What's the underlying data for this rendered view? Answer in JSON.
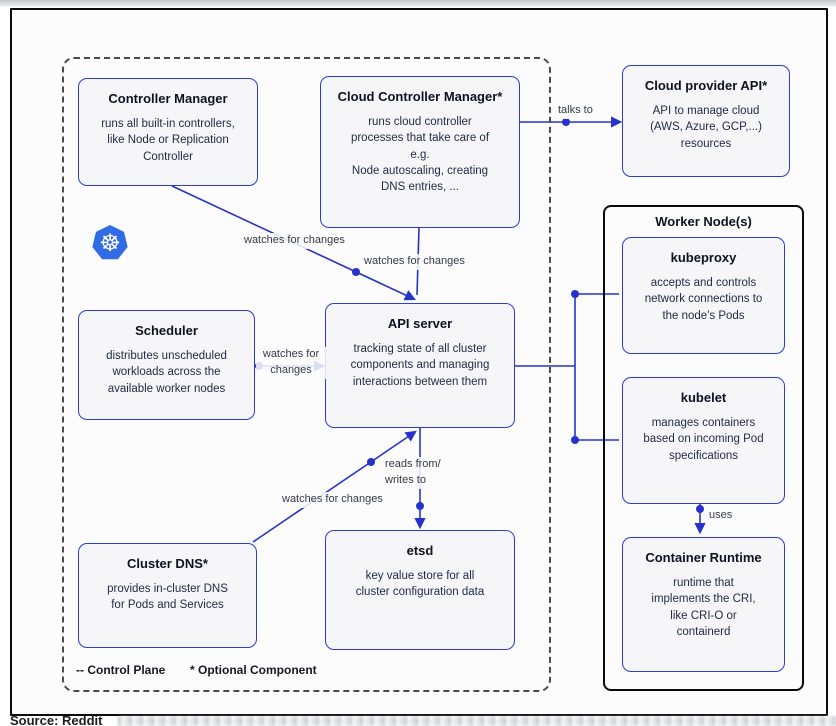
{
  "page": {
    "source_label": "Source: Reddit"
  },
  "colors": {
    "accent_blue": "#2e3bd3",
    "kubernetes_blue": "#326ce5",
    "box_background": "#f6f6f8",
    "frame_border": "#0a0a0a"
  },
  "icons": {
    "kubernetes_logo_glyph": "☸"
  },
  "legend": {
    "control_plane": "-- Control Plane",
    "optional_component": "* Optional Component"
  },
  "control_plane": {
    "controller_manager": {
      "title": "Controller Manager",
      "body": "runs all built-in controllers,\nlike Node or Replication\nController"
    },
    "cloud_controller_manager": {
      "title": "Cloud Controller Manager*",
      "body": "runs cloud controller\nprocesses that take care of\ne.g.\nNode autoscaling, creating\nDNS entries, ..."
    },
    "scheduler": {
      "title": "Scheduler",
      "body": "distributes unscheduled\nworkloads across the\navailable worker nodes"
    },
    "api_server": {
      "title": "API server",
      "body": "tracking state of all cluster\ncomponents and managing\ninteractions between them"
    },
    "cluster_dns": {
      "title": "Cluster DNS*",
      "body": "provides in-cluster DNS\nfor Pods and Services"
    },
    "etsd": {
      "title": "etsd",
      "body": "key value store for all\ncluster configuration data"
    }
  },
  "external": {
    "cloud_provider_api": {
      "title": "Cloud provider API*",
      "body": "API to manage cloud\n(AWS, Azure, GCP,...)\nresources"
    }
  },
  "worker_node": {
    "title": "Worker Node(s)",
    "kubeproxy": {
      "title": "kubeproxy",
      "body": "accepts and controls\nnetwork connections to\nthe node's Pods"
    },
    "kubelet": {
      "title": "kubelet",
      "body": "manages containers\nbased on incoming Pod\nspecifications"
    },
    "container_runtime": {
      "title": "Container Runtime",
      "body": "runtime that\nimplements the CRI,\nlike CRI-O or\ncontainerd"
    }
  },
  "edges": {
    "talks_to": "talks to",
    "watches_controller_manager": "watches for changes",
    "watches_cloud_controller_manager": "watches for changes",
    "watches_scheduler": "watches for\nchanges",
    "reads_writes": "reads from/\nwrites to",
    "watches_cluster_dns": "watches for changes",
    "uses": "uses"
  }
}
